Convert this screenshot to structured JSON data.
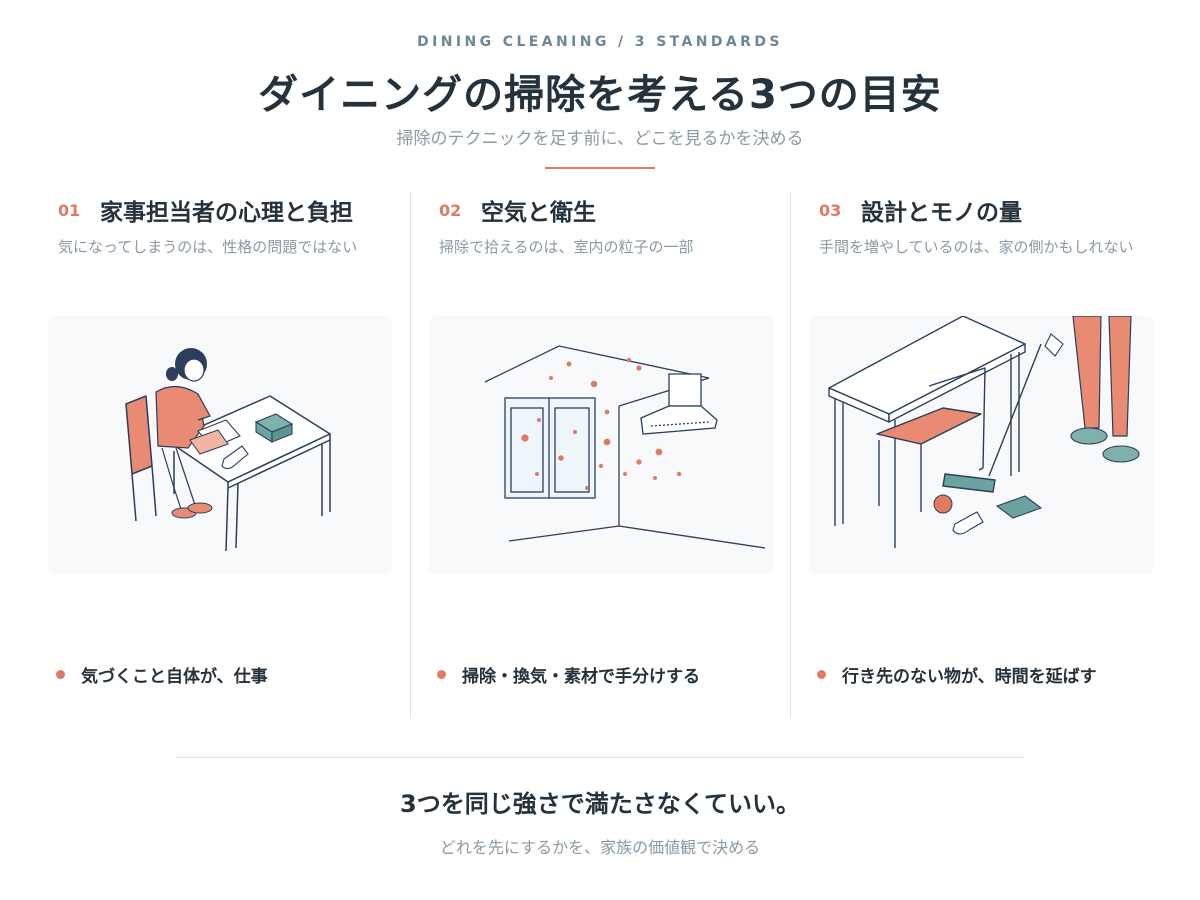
{
  "header": {
    "eyebrow": "DINING CLEANING / 3 STANDARDS",
    "title": "ダイニングの掃除を考える3つの目安",
    "subtitle": "掃除のテクニックを足す前に、どこを見るかを決める"
  },
  "columns": [
    {
      "number": "01",
      "title": "家事担当者の心理と負担",
      "description": "気になってしまうのは、性格の問題ではない",
      "illustration": "woman-at-table-illustration",
      "point": "気づくこと自体が、仕事"
    },
    {
      "number": "02",
      "title": "空気と衛生",
      "description": "掃除で拾えるのは、室内の粒子の一部",
      "illustration": "window-range-hood-particles-illustration",
      "point": "掃除・換気・素材で手分けする"
    },
    {
      "number": "03",
      "title": "設計とモノの量",
      "description": "手間を増やしているのは、家の側かもしれない",
      "illustration": "vacuum-under-table-illustration",
      "point": "行き先のない物が、時間を延ばす"
    }
  ],
  "footer": {
    "closing": "3つを同じ強さで満たさなくていい。",
    "closing_sub": "どれを先にするかを、家族の価値観で決める"
  },
  "colors": {
    "accent": "#e07a62",
    "heading": "#25323b",
    "muted": "#8a9aa4",
    "eyebrow": "#6e8797",
    "teal": "#6aa3a0",
    "navy": "#2c3e5c"
  }
}
